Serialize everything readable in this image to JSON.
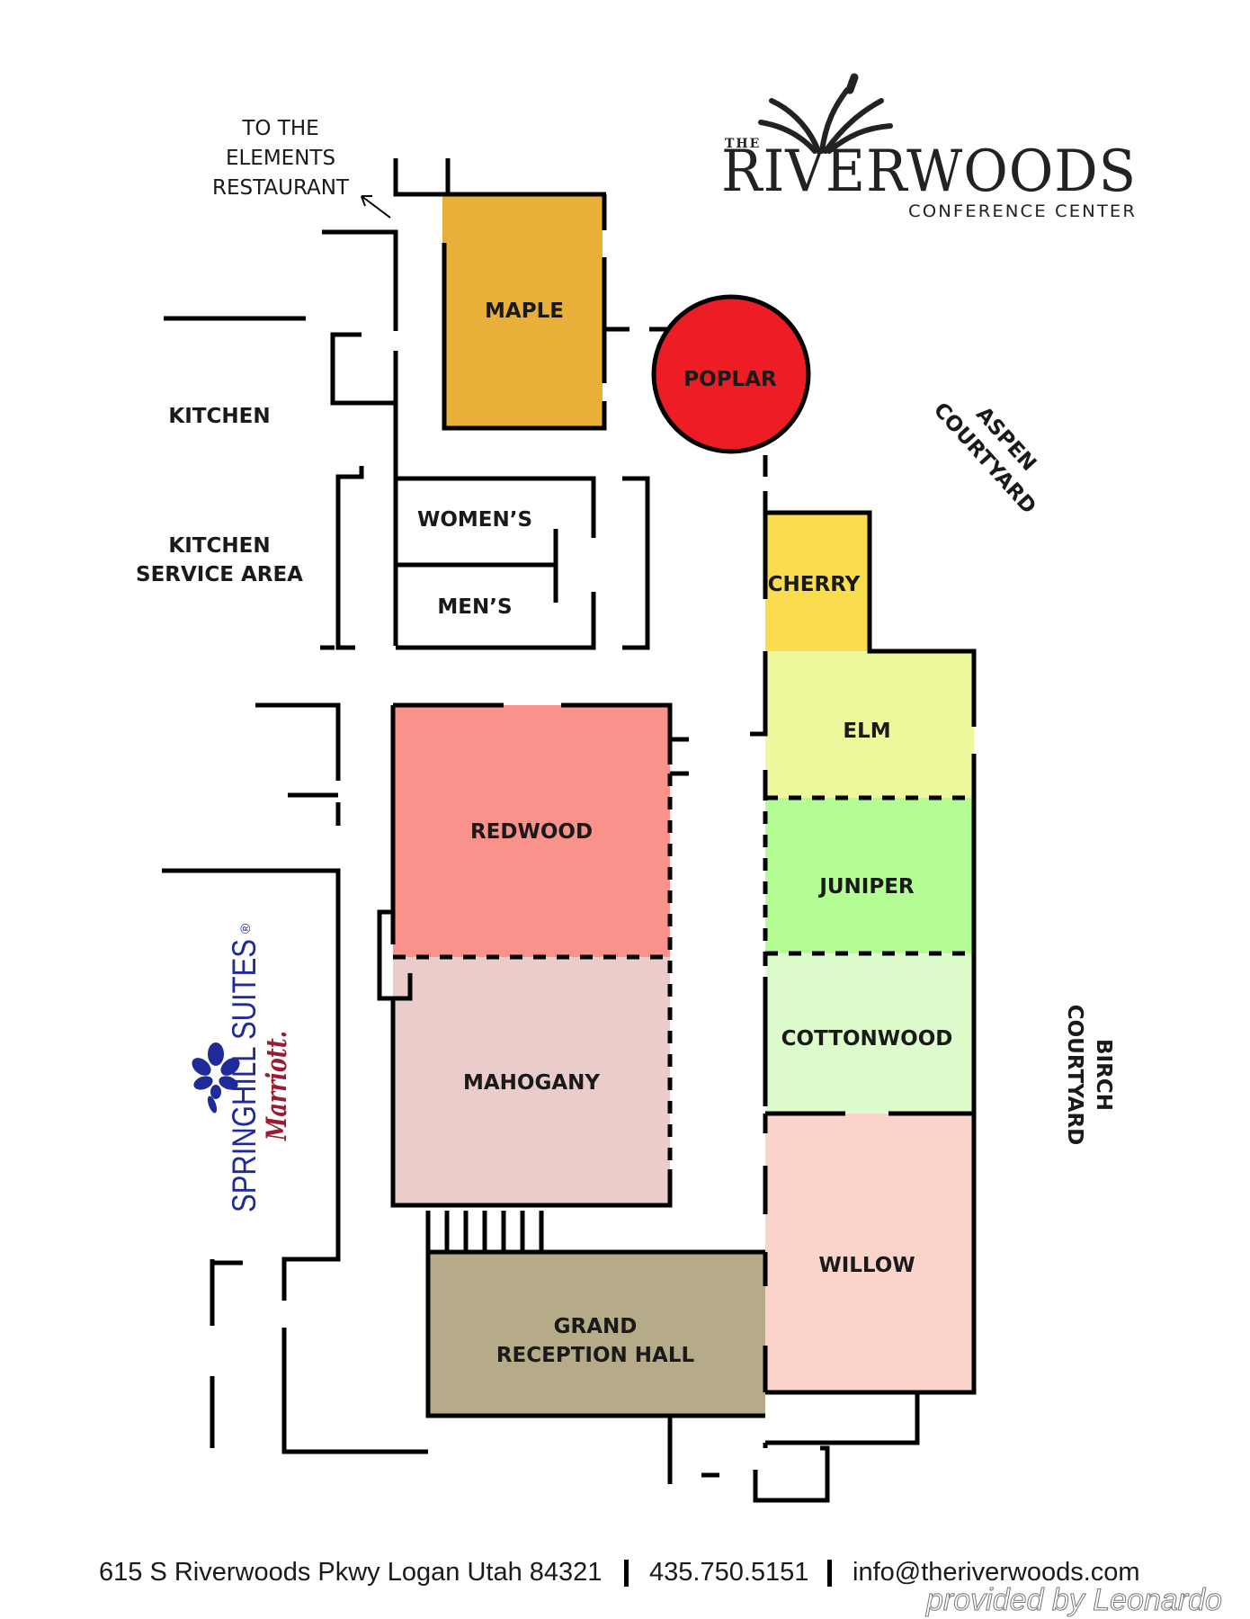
{
  "logo": {
    "the": "THE",
    "name": "RIVERWOODS",
    "subtitle": "CONFERENCE CENTER"
  },
  "directions": {
    "line1": "TO THE",
    "line2": "ELEMENTS",
    "line3": "RESTAURANT"
  },
  "rooms": {
    "maple": "MAPLE",
    "poplar": "POPLAR",
    "cherry": "CHERRY",
    "elm": "ELM",
    "juniper": "JUNIPER",
    "cottonwood": "COTTONWOOD",
    "willow": "WILLOW",
    "redwood": "REDWOOD",
    "mahogany": "MAHOGANY",
    "grand_line1": "GRAND",
    "grand_line2": "RECEPTION HALL",
    "womens": "WOMEN’S",
    "mens": "MEN’S"
  },
  "areas": {
    "kitchen": "KITCHEN",
    "kitchen_service_line1": "KITCHEN",
    "kitchen_service_line2": "SERVICE AREA",
    "aspen_line1": "ASPEN",
    "aspen_line2": "COURTYARD",
    "birch_line1": "BIRCH",
    "birch_line2": "COURTYARD"
  },
  "hotel": {
    "name": "SPRINGHILL SUITES",
    "registered": "®",
    "brand": "Marriott."
  },
  "footer": {
    "address": "615 S Riverwoods Pkwy Logan Utah 84321",
    "phone": "435.750.5151",
    "email": "info@theriverwoods.com",
    "credit": "provided by Leonardo"
  },
  "colors": {
    "maple": "#E8B038",
    "poplar": "#EE1C25",
    "cherry": "#F9DD4F",
    "elm": "#EDF79C",
    "juniper": "#B4FC94",
    "cottonwood": "#DCFDCB",
    "willow": "#FAD3CB",
    "redwood": "#F8928A",
    "mahogany": "#EACDCB",
    "grand_reception_hall": "#B6AB88",
    "hotel_blue": "#1f2b9a",
    "hotel_red": "#9b1b30"
  }
}
